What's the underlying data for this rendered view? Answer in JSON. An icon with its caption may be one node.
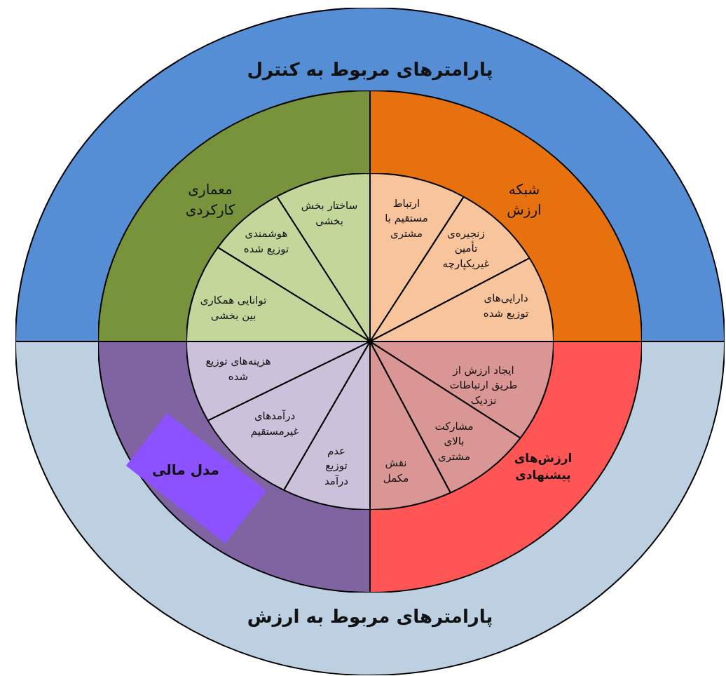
{
  "diagram": {
    "nodes": [
      {
        "text": [
          "پارامترهای مربوط به کنترل"
        ]
      },
      {
        "text": [
          "معماری کارکردی"
        ],
        "in": 0
      },
      {
        "text": [
          "ساختار بخش بخشی"
        ],
        "in": 1
      },
      {
        "text": [
          "هوشمندی توزیع شده"
        ],
        "in": 1
      },
      {
        "text": [
          "توانایی همکاری بین بخشی"
        ],
        "in": 1
      },
      {
        "text": [
          "شبکه ارزش"
        ],
        "in": 0
      },
      {
        "text": [
          "ارتباط مستقیم با مشتری"
        ],
        "in": 5
      },
      {
        "text": [
          "زنجیره‌ی تأمین غیریکپارچه"
        ],
        "in": 5
      },
      {
        "text": [
          "دارایی‌های توزیع شده"
        ],
        "in": 5
      },
      {
        "text": [
          "پارامترهای مربوط به ارزش"
        ]
      },
      {
        "text": [
          "ارزش‌های پیشنهادی"
        ],
        "in": 9
      },
      {
        "text": [
          "ایجاد ارزش از طریق ارتباطات نزدیک"
        ],
        "in": 10
      },
      {
        "text": [
          "مشارکت بالای مشتری"
        ],
        "in": 10
      },
      {
        "text": [
          "نقش مکمل"
        ],
        "in": 10
      },
      {
        "text": [
          "مدل مالی"
        ],
        "in": 9
      },
      {
        "text": [
          "عدم توزیع درآمد"
        ],
        "in": 14
      },
      {
        "text": [
          "درآمدهای غیرمستقیم"
        ],
        "in": 14
      },
      {
        "text": [
          "هزینه‌های توزیع شده"
        ],
        "in": 14
      }
    ]
  }
}
